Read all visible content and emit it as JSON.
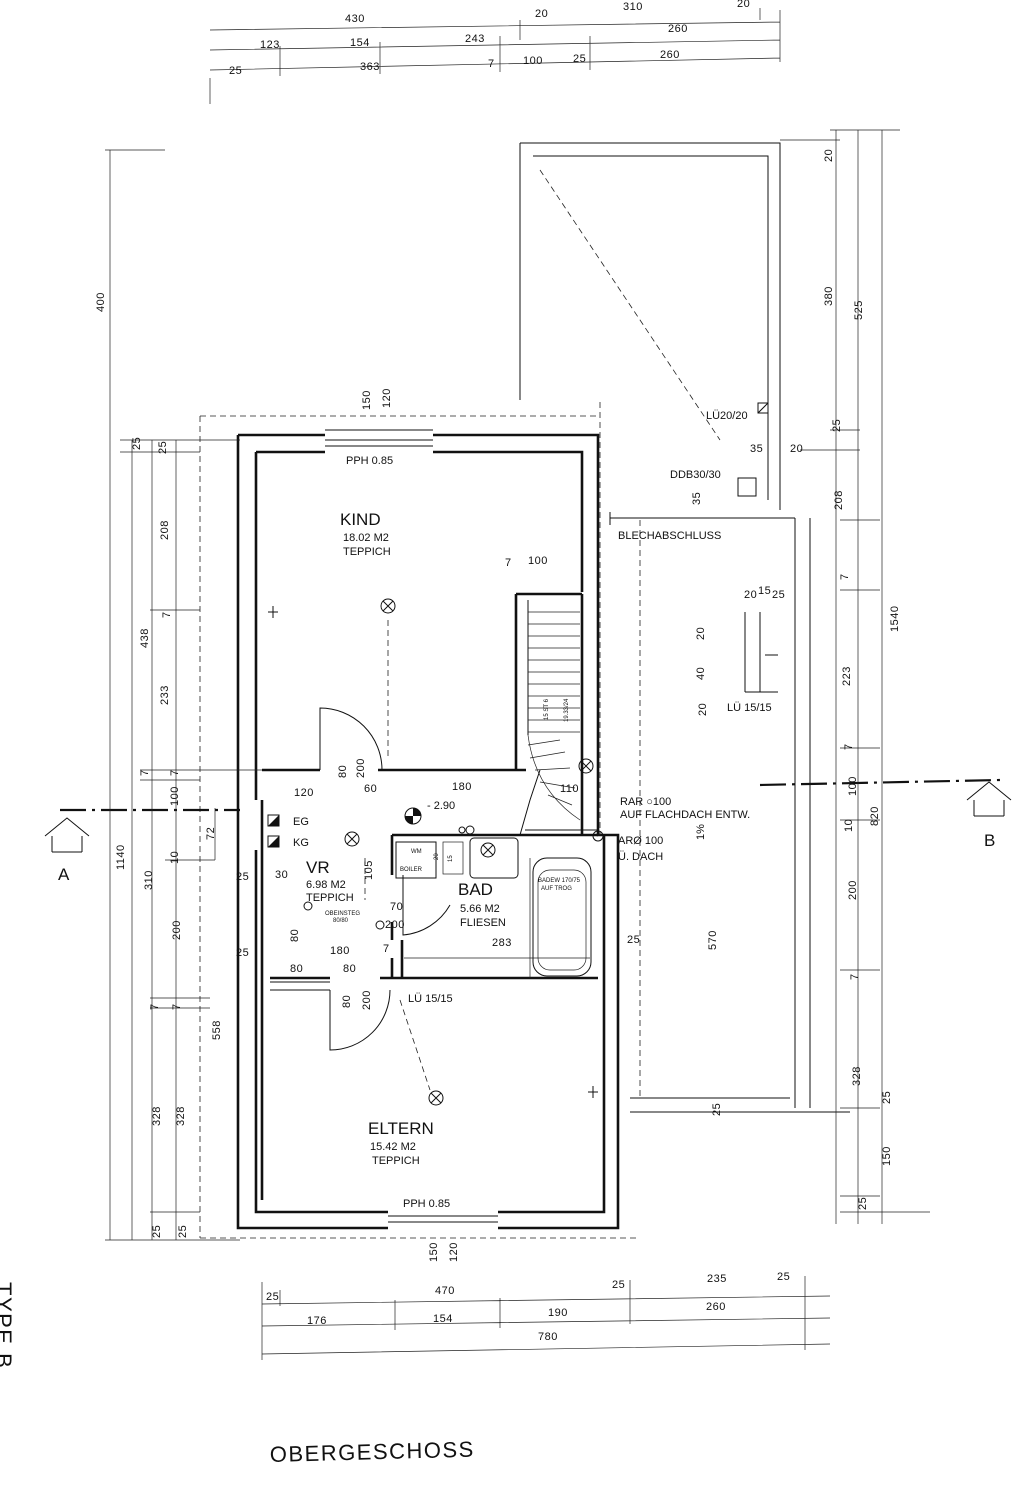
{
  "drawing": {
    "title": "OBERGESCHOSS",
    "type_label": "TYPE B",
    "section_a": "A",
    "section_b": "B"
  },
  "rooms": {
    "kind": {
      "name": "KIND",
      "area": "18.02 M2",
      "floor": "TEPPICH",
      "window": "PPH 0.85"
    },
    "vr": {
      "name": "VR",
      "area": "6.98 M2",
      "floor": "TEPPICH",
      "hatch": "OBEINSTEG",
      "hatch_size": "80/80"
    },
    "bad": {
      "name": "BAD",
      "area": "5.66 M2",
      "floor": "FLIESEN",
      "tub": "BADEW 170/75",
      "tub_note": "AUF TROG",
      "wm": "WM",
      "boiler": "BOILER"
    },
    "eltern": {
      "name": "ELTERN",
      "area": "15.42 M2",
      "floor": "TEPPICH",
      "window": "PPH 0.85"
    }
  },
  "annotations": {
    "eg": "EG",
    "kg": "KG",
    "level": "- 2.90",
    "lu_roof": "LÜ20/20",
    "ddb": "DDB30/30",
    "blech": "BLECHABSCHLUSS",
    "lu_15_right": "LÜ 15/15",
    "lu_15_eltern": "LÜ 15/15",
    "rar_1": "RAR ○100",
    "rar_2": "AUF FLACHDACH ENTW.",
    "ar_1": "ARØ 100",
    "ar_2": "Ü. DACH",
    "stair": "15 ST 6",
    "stair_2": "19.33/24",
    "slope": "1%"
  },
  "dims_top": {
    "r1": [
      "430",
      "20",
      "310",
      "20"
    ],
    "r2": [
      "123",
      "154",
      "243",
      "260"
    ],
    "r3": [
      "25",
      "363",
      "7",
      "100",
      "25",
      "260"
    ]
  },
  "dims_bottom": {
    "r1": [
      "25",
      "470",
      "25",
      "235",
      "25"
    ],
    "r2": [
      "176",
      "154",
      "190",
      "260"
    ],
    "r3": [
      "780"
    ]
  },
  "dims_left": {
    "outer": [
      "400",
      "1140"
    ],
    "mid": [
      "25",
      "208",
      "7",
      "438",
      "233",
      "7",
      "310",
      "7",
      "558",
      "328",
      "25"
    ],
    "inner": [
      "25",
      "7",
      "100",
      "10",
      "200",
      "7",
      "328",
      "25"
    ]
  },
  "dims_right": {
    "outer": [
      "525",
      "1540"
    ],
    "mid": [
      "20",
      "380",
      "25",
      "208",
      "7",
      "223",
      "7",
      "100",
      "10",
      "820",
      "200",
      "7",
      "328",
      "25",
      "150",
      "25"
    ]
  },
  "dims_interior": {
    "w150a": "150",
    "w120a": "120",
    "w150b": "150",
    "w120b": "120",
    "d7a": "7",
    "d100a": "100",
    "d80a": "80",
    "d200a": "200",
    "d120": "120",
    "d60": "60",
    "d180a": "180",
    "d110": "110",
    "d72": "72",
    "d25a": "25",
    "d30": "30",
    "d105": "105",
    "d70": "70",
    "d200b": "200",
    "d283": "283",
    "d25b": "25",
    "d80b": "80",
    "d180b": "180",
    "d7b": "7",
    "d25c": "25",
    "d80c": "80",
    "d80d": "80",
    "d80e": "80",
    "d200c": "200",
    "d35a": "35",
    "d20a": "20",
    "d35b": "35",
    "d20b": "20",
    "d15": "15",
    "d25d": "25",
    "d20c": "20",
    "d40": "40",
    "d20d": "20",
    "d570": "570",
    "d25e": "25",
    "d15b": "15",
    "d20e": "20"
  }
}
